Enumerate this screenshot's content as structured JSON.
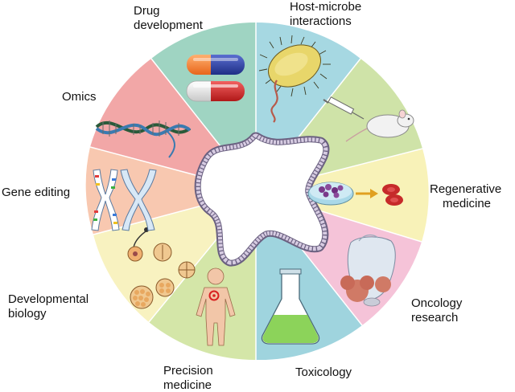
{
  "labels": {
    "drug_development": [
      "Drug",
      "development"
    ],
    "host_microbe": [
      "Host-microbe",
      "interactions"
    ],
    "omics": [
      "Omics"
    ],
    "gene_editing": [
      "Gene editing"
    ],
    "regenerative_medicine": [
      "Regenerative",
      "medicine"
    ],
    "developmental_biology": [
      "Developmental",
      "biology"
    ],
    "oncology_research": [
      "Oncology",
      "research"
    ],
    "precision_medicine": [
      "Precision",
      "medicine"
    ],
    "toxicology": [
      "Toxicology"
    ]
  },
  "segment_colors": {
    "drug_development": "#9fd4c2",
    "host_microbe": "#a6d8e2",
    "animal_model": "#cfe3a8",
    "regenerative_medicine": "#f8f2b8",
    "oncology_research": "#f5c3d8",
    "toxicology": "#9fd4de",
    "precision_medicine": "#d4e6a8",
    "developmental_biology": "#f8f2c0",
    "gene_editing": "#f8c8b0",
    "omics": "#f2a7a7"
  },
  "icons": [
    "capsule-icon",
    "bacterium-icon",
    "mouse-syringe-icon",
    "petri-dish-icon",
    "organ-tumor-icon",
    "flask-icon",
    "human-body-icon",
    "embryo-cells-icon",
    "chromosome-icon",
    "dna-helix-icon"
  ]
}
